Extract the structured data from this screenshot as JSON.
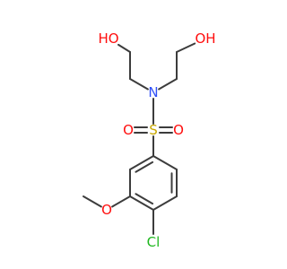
{
  "structure": {
    "atoms": [
      {
        "id": "a1",
        "element": "O",
        "label": "HO"
      },
      {
        "id": "a2",
        "element": "C",
        "label": ""
      },
      {
        "id": "a3",
        "element": "C",
        "label": ""
      },
      {
        "id": "a4",
        "element": "N",
        "label": "N"
      },
      {
        "id": "a5",
        "element": "C",
        "label": ""
      },
      {
        "id": "a6",
        "element": "C",
        "label": ""
      },
      {
        "id": "a7",
        "element": "O",
        "label": "OH"
      },
      {
        "id": "a8",
        "element": "S",
        "label": "S"
      },
      {
        "id": "a9",
        "element": "O",
        "label": "O"
      },
      {
        "id": "a10",
        "element": "O",
        "label": "O"
      },
      {
        "id": "a11",
        "element": "C",
        "label": ""
      },
      {
        "id": "a12",
        "element": "C",
        "label": ""
      },
      {
        "id": "a13",
        "element": "C",
        "label": ""
      },
      {
        "id": "a14",
        "element": "C",
        "label": ""
      },
      {
        "id": "a15",
        "element": "C",
        "label": ""
      },
      {
        "id": "a16",
        "element": "C",
        "label": ""
      },
      {
        "id": "a17",
        "element": "Cl",
        "label": "Cl"
      },
      {
        "id": "a18",
        "element": "O",
        "label": "O"
      },
      {
        "id": "a19",
        "element": "C",
        "label": ""
      }
    ],
    "bonds": [
      {
        "from": "a1",
        "to": "a2",
        "order": 1
      },
      {
        "from": "a2",
        "to": "a3",
        "order": 1
      },
      {
        "from": "a3",
        "to": "a4",
        "order": 1
      },
      {
        "from": "a4",
        "to": "a5",
        "order": 1
      },
      {
        "from": "a5",
        "to": "a6",
        "order": 1
      },
      {
        "from": "a6",
        "to": "a7",
        "order": 1
      },
      {
        "from": "a4",
        "to": "a8",
        "order": 1
      },
      {
        "from": "a8",
        "to": "a9",
        "order": 2
      },
      {
        "from": "a8",
        "to": "a10",
        "order": 2
      },
      {
        "from": "a8",
        "to": "a11",
        "order": 1
      },
      {
        "from": "a11",
        "to": "a12",
        "order": 2
      },
      {
        "from": "a12",
        "to": "a13",
        "order": 1
      },
      {
        "from": "a13",
        "to": "a14",
        "order": 2
      },
      {
        "from": "a14",
        "to": "a15",
        "order": 1
      },
      {
        "from": "a15",
        "to": "a16",
        "order": 2
      },
      {
        "from": "a16",
        "to": "a11",
        "order": 1
      },
      {
        "from": "a14",
        "to": "a17",
        "order": 1
      },
      {
        "from": "a13",
        "to": "a18",
        "order": 1
      },
      {
        "from": "a18",
        "to": "a19",
        "order": 1
      }
    ]
  },
  "colors": {
    "bond": "#3c3c3c",
    "C": "#3c3c3c",
    "O": "#ff0d0d",
    "N": "#3050f8",
    "S": "#c9a800",
    "Cl": "#1fb81f"
  }
}
